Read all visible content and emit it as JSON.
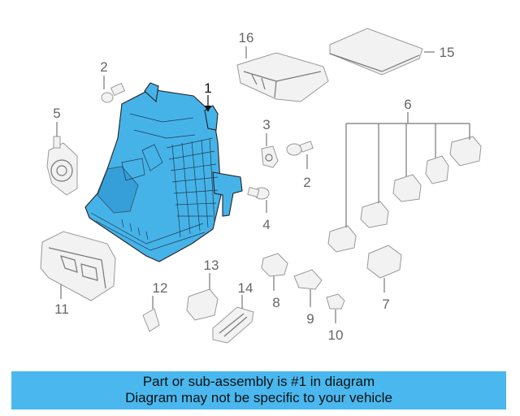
{
  "callouts": [
    "1",
    "2",
    "2",
    "3",
    "4",
    "5",
    "6",
    "7",
    "8",
    "9",
    "10",
    "11",
    "12",
    "13",
    "14",
    "15",
    "16"
  ],
  "banner": {
    "line1": "Part or sub-assembly is #1 in diagram",
    "line2": "Diagram may not be specific to your vehicle"
  },
  "colors": {
    "highlight": "#46b3e8",
    "banner": "#4ab8ef",
    "outline": "#999999"
  }
}
